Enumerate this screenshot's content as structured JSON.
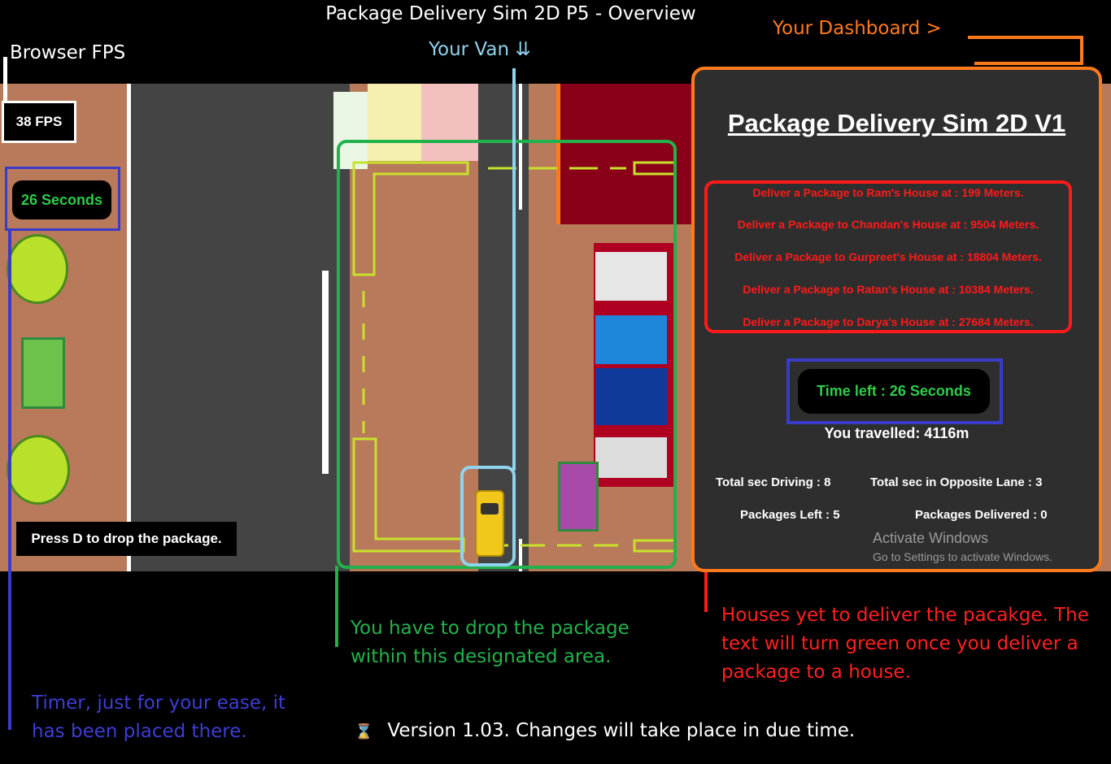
{
  "annotations": {
    "title": "Package Delivery Sim 2D P5 - Overview",
    "browser_fps": "Browser FPS",
    "your_van": "Your Van ⇊",
    "your_dashboard": "Your Dashboard >",
    "drop_note": "You have to drop the package within this designated area.",
    "houses_note": "Houses yet to deliver the pacakge. The text will turn green once you deliver a package to a house.",
    "timer_note": "Timer, just for your ease, it has been placed there.",
    "version_icon": "⌛",
    "version": "Version 1.03. Changes will take place in due time."
  },
  "hud": {
    "fps": "38 FPS",
    "timer": "26 Seconds",
    "press_d": "Press D to drop the package."
  },
  "dashboard": {
    "title": "Package Delivery Sim 2D V1",
    "deliveries": [
      "Deliver a Package to Ram's House at : 199 Meters.",
      "Deliver a Package to Chandan's House at : 9504 Meters.",
      "Deliver a Package to Gurpreet's House at : 18804 Meters.",
      "Deliver a Package to Ratan's House at : 10384 Meters.",
      "Deliver a Package to Darya's House at : 27684 Meters."
    ],
    "time_left": "Time left : 26 Seconds",
    "travelled": "You travelled: 4116m",
    "total_driving": "Total sec Driving : 8",
    "total_opposite": "Total sec in Opposite Lane : 3",
    "packages_left": "Packages Left : 5",
    "packages_delivered": "Packages Delivered : 0"
  },
  "watermark": {
    "line1": "Activate Windows",
    "line2": "Go to Settings to activate Windows."
  },
  "colors": {
    "annotation_van": "#8fd3ee",
    "annotation_dashboard": "#ff7a1a",
    "annotation_drop_area": "#22b24c",
    "annotation_houses": "#ff2020",
    "annotation_timer": "#3d3dd6",
    "hud_timer_text": "#2ecb49",
    "pending_delivery_text": "#ff1a1a"
  }
}
